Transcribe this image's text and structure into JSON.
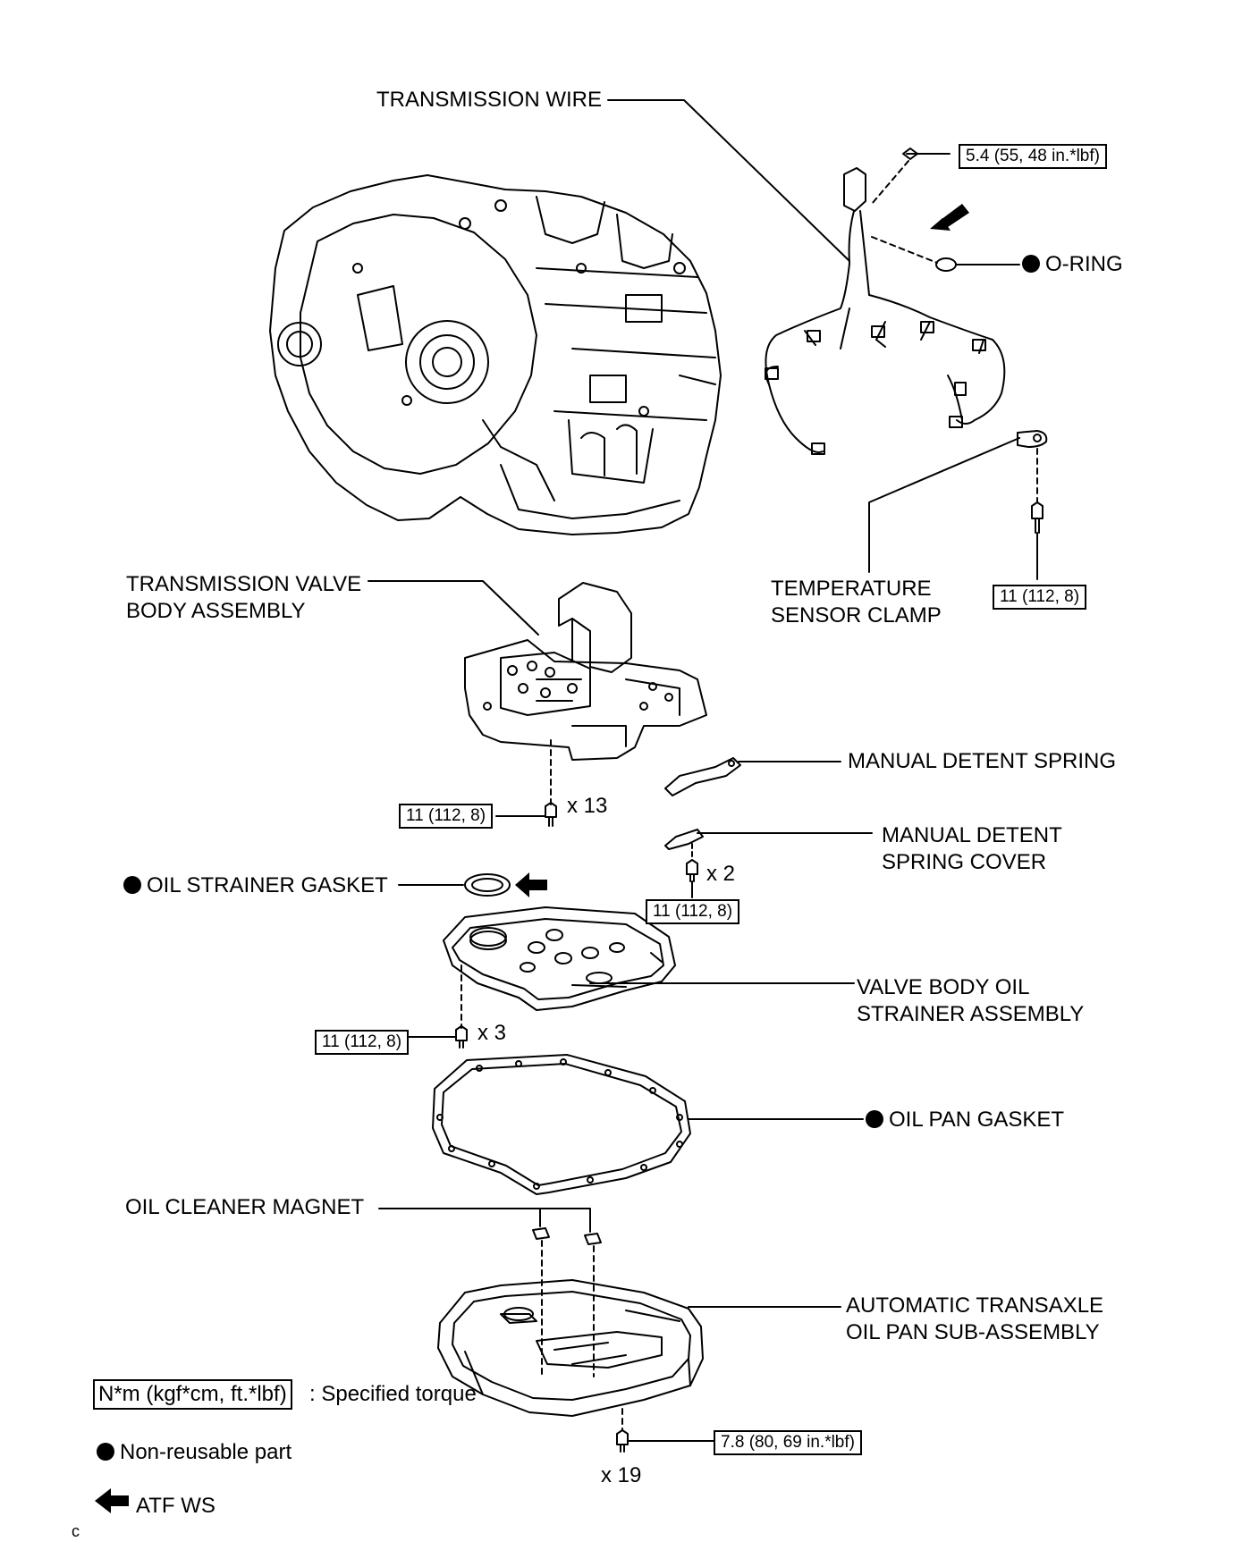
{
  "labels": {
    "transmission_wire": "TRANSMISSION WIRE",
    "o_ring": "O-RING",
    "temperature_sensor_clamp_1": "TEMPERATURE",
    "temperature_sensor_clamp_2": "SENSOR CLAMP",
    "valve_body_1": "TRANSMISSION VALVE",
    "valve_body_2": "BODY ASSEMBLY",
    "manual_detent_spring": "MANUAL DETENT SPRING",
    "detent_spring_cover_1": "MANUAL DETENT",
    "detent_spring_cover_2": "SPRING COVER",
    "oil_strainer_gasket": "OIL STRAINER GASKET",
    "strainer_assembly_1": "VALVE BODY OIL",
    "strainer_assembly_2": "STRAINER ASSEMBLY",
    "oil_pan_gasket": "OIL PAN GASKET",
    "oil_cleaner_magnet": "OIL CLEANER MAGNET",
    "oil_pan_1": "AUTOMATIC TRANSAXLE",
    "oil_pan_2": "OIL PAN SUB-ASSEMBLY"
  },
  "torque": {
    "wire_bolt": "5.4 (55, 48 in.*lbf)",
    "clamp_bolt": "11 (112, 8)",
    "valve_body_bolt": "11 (112, 8)",
    "cover_bolt": "11 (112, 8)",
    "strainer_bolt": "11 (112, 8)",
    "oil_pan_bolt": "7.8 (80, 69 in.*lbf)"
  },
  "quantities": {
    "valve_body": "x 13",
    "cover": "x 2",
    "strainer": "x 3",
    "oil_pan": "x 19"
  },
  "legend": {
    "torque_unit": "N*m (kgf*cm, ft.*lbf)",
    "torque_desc": ": Specified torque",
    "non_reusable": "Non-reusable part",
    "atf": "ATF WS"
  },
  "corner_code": "c"
}
